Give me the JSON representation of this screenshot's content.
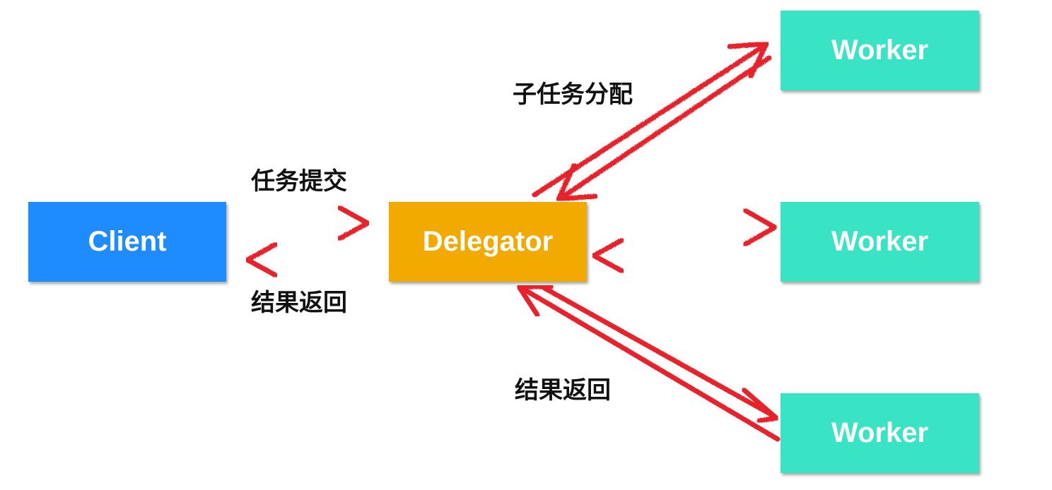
{
  "nodes": {
    "client": {
      "label": "Client",
      "color": "#1e8cff"
    },
    "delegator": {
      "label": "Delegator",
      "color": "#f2aa00"
    },
    "workers": [
      {
        "label": "Worker",
        "color": "#38e4c4"
      },
      {
        "label": "Worker",
        "color": "#38e4c4"
      },
      {
        "label": "Worker",
        "color": "#38e4c4"
      }
    ]
  },
  "edge_labels": {
    "submit": "任务提交",
    "return_to_client": "结果返回",
    "subtask_assign": "子任务分配",
    "return_from_worker": "结果返回"
  },
  "arrow_color": "#e8202a"
}
